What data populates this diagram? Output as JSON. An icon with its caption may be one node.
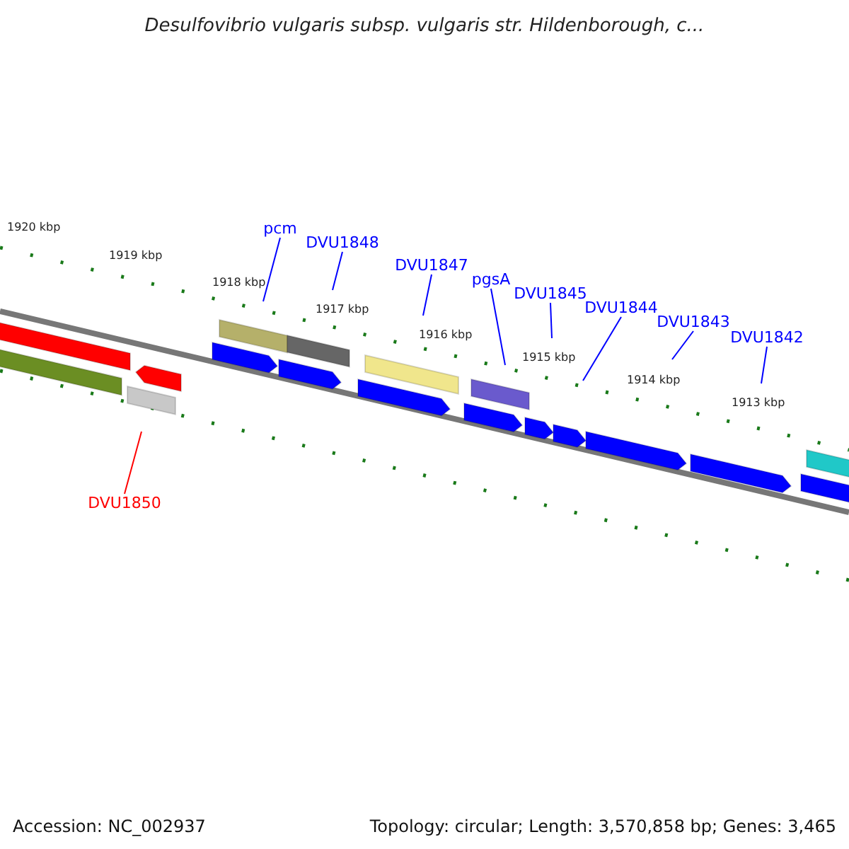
{
  "diagram": {
    "title": "Desulfovibrio vulgaris subsp. vulgaris str. Hildenborough, c...",
    "nodes": [
      {
        "text": [
          "pcm"
        ]
      },
      {
        "text": [
          "DVU1848"
        ]
      },
      {
        "text": [
          "DVU1847"
        ]
      },
      {
        "text": [
          "pgsA"
        ]
      },
      {
        "text": [
          "DVU1845"
        ]
      },
      {
        "text": [
          "DVU1844"
        ]
      },
      {
        "text": [
          "DVU1843"
        ]
      },
      {
        "text": [
          "DVU1842"
        ]
      },
      {
        "text": [
          "DVU1850"
        ]
      }
    ],
    "edges": [
      {
        "from": 0,
        "to": null,
        "arrow": "none"
      },
      {
        "from": 1,
        "to": null,
        "arrow": "none"
      },
      {
        "from": 2,
        "to": null,
        "arrow": "none"
      },
      {
        "from": 3,
        "to": null,
        "arrow": "none"
      },
      {
        "from": 4,
        "to": null,
        "arrow": "none"
      },
      {
        "from": 5,
        "to": null,
        "arrow": "none"
      },
      {
        "from": 6,
        "to": null,
        "arrow": "none"
      },
      {
        "from": 7,
        "to": null,
        "arrow": "none"
      },
      {
        "from": 8,
        "to": null,
        "arrow": "none",
        "color": "#ff0000"
      }
    ],
    "labels": [
      "1920 kbp",
      "1919 kbp",
      "1918 kbp",
      "1917 kbp",
      "1916 kbp",
      "1915 kbp",
      "1914 kbp",
      "1913 kbp",
      "Accession: NC_002937",
      "Topology: circular; Length: 3,570,858 bp; Genes: 3,465"
    ]
  }
}
